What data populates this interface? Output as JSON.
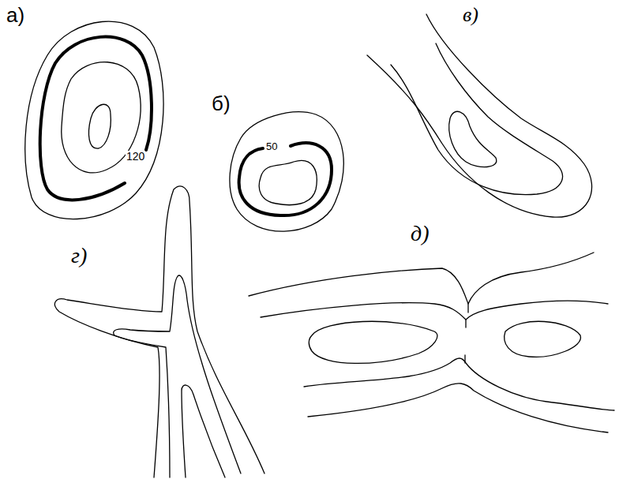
{
  "diagram": {
    "labels": [
      "а)",
      "б)",
      "в)",
      "г)",
      "д)",
      "120",
      "50"
    ]
  }
}
